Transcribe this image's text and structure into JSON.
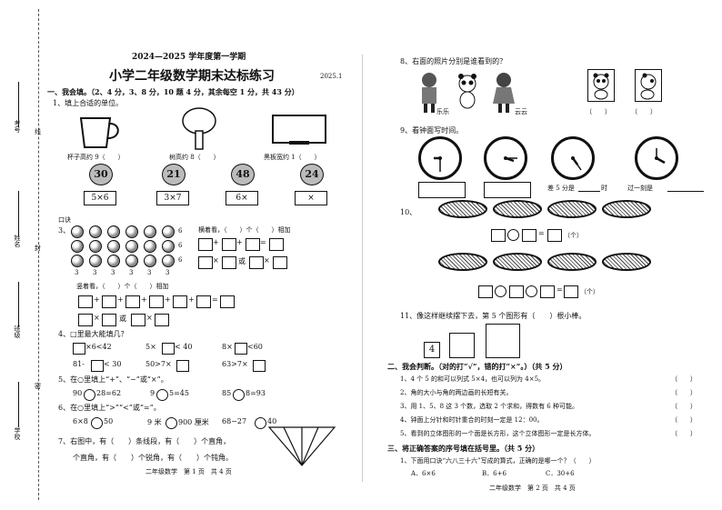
{
  "binding": {
    "labels": [
      "考号",
      "姓名",
      "班级",
      "学校"
    ],
    "seal": "线",
    "seal2": "封",
    "seal3": "密"
  },
  "left": {
    "header": {
      "year": "2024—2025 学年度第一学期",
      "title": "小学二年级数学期末达标练习",
      "date": "2025.1"
    },
    "section1": {
      "title": "一、我会填。（2、4 分，3、8 分，10 题 4 分，其余每空 1 分，共 43 分）"
    },
    "q1": {
      "text": "1、填上合适的单位。",
      "items": [
        "杯子高约 9（　　）",
        "树高约 8（　　）",
        "黑板宽约 1（　　）"
      ]
    },
    "flowers": [
      {
        "top": "30",
        "bottom": "5×6"
      },
      {
        "top": "21",
        "bottom": "3×7"
      },
      {
        "top": "48",
        "bottom": "6×"
      },
      {
        "top": "24",
        "bottom": "×"
      }
    ],
    "q2_label": "口诀",
    "q3": {
      "num": "3、",
      "side_nums": [
        "6",
        "6",
        "6"
      ],
      "bottom_nums": [
        "3",
        "3",
        "3",
        "3",
        "3",
        "3"
      ],
      "row_text": "横着看，（　　）个（　　）相加",
      "col_text": "竖着看，（　　）个（　　）相加",
      "plus": "+",
      "eq": "=",
      "times": "×"
    },
    "q4": {
      "text": "4、□里最大能填几？",
      "items": [
        "×6<42",
        "5×",
        "< 40",
        "8×",
        "<60",
        "81-",
        "< 30",
        "50>7×",
        "63>7×"
      ]
    },
    "q5": {
      "text": "5、在○里填上“+”、“−”或“×”。",
      "items": [
        "90",
        "28=62",
        "9",
        "5=45",
        "85",
        "8=93"
      ]
    },
    "q6": {
      "text": "6、在○里填上“>”“<”或“=”。",
      "items": [
        "6×8",
        "50",
        "9 米",
        "900 厘米",
        "68−27",
        "40"
      ]
    },
    "q7": {
      "line1": "7、右图中，有（　　）条线段，有（　　）个直角，",
      "line2": "个直角，有（　　）个锐角，有（　　）个钝角。"
    },
    "footer": "二年级数学　第 1 页　共 4 页"
  },
  "right": {
    "q8": {
      "text": "8、右面的照片分别是谁看到的？",
      "name1": "乐乐",
      "name2": "云云",
      "blanks": [
        "（　　）",
        "（　　）"
      ]
    },
    "q9": {
      "text": "9、看钟面写时间。",
      "label1": "差 5 分是",
      "label2": "时",
      "label3": "过一刻是"
    },
    "q10": {
      "num": "10、",
      "unit": "（个）",
      "eq": "="
    },
    "q11": {
      "text": "11、像这样继续摆下去，第 5 个图形有（　　）根小棒。",
      "digit": "4"
    },
    "section2": {
      "title": "二、我会判断。（对的打“√”，错的打“×”。）（共 5 分）",
      "items": [
        "1、4 个 5 的和可以列式 5×4，也可以列为 4×5。",
        "2、角的大小与角的两边画的长短有关。",
        "3、用 1、5、8 这 3 个数，选取 2 个求和，得数有 6 种可能。",
        "4、钟面上分针和时针重合的时刻一定是 12：00。",
        "5、看到的立体图形的一个面是长方形，这个立体图形一定是长方体。"
      ],
      "blank": "（　　）"
    },
    "section3": {
      "title": "三、将正确答案的序号填在括号里。（共 5 分）",
      "q1": "1、下面用口诀“六八三十六”写成的算式，正确的是哪一个？（　　）",
      "options": [
        "A．6×6",
        "B．6+6",
        "C．30+6"
      ]
    },
    "footer": "二年级数学　第 2 页　共 4 页"
  }
}
